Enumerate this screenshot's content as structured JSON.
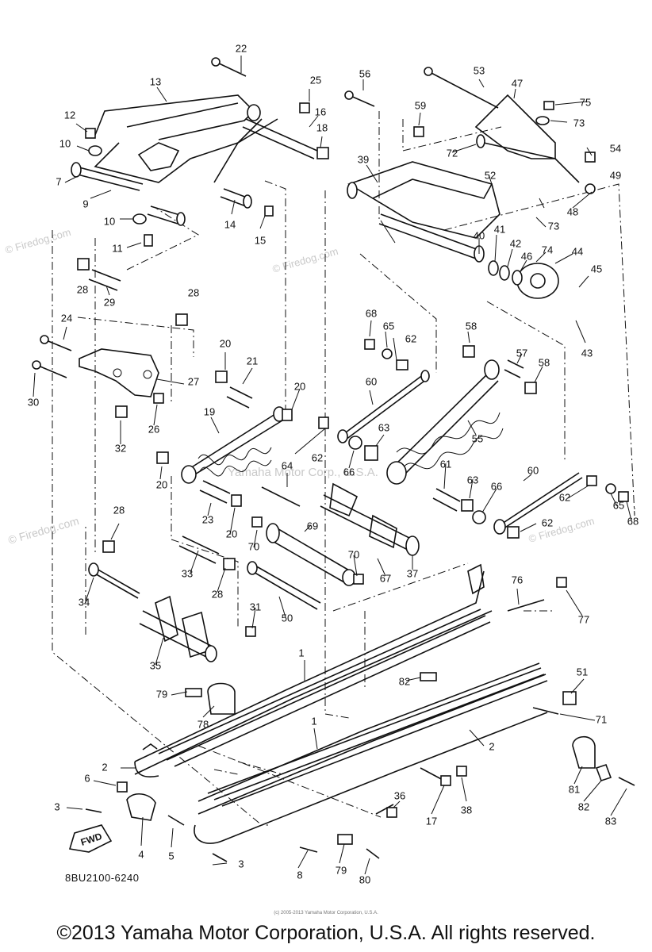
{
  "diagram": {
    "ref_code": "8BU2100-6240",
    "copyright": "©2013 Yamaha Motor Corporation, U.S.A. All rights reserved.",
    "copyright_small": "(c) 2005-2013 Yamaha Motor Corporation, U.S.A.",
    "watermarks": {
      "center": "Yamaha Motor Corp., U.S.A.",
      "firedog": "© Firedog.com"
    },
    "fwd_label": "FWD",
    "part_numbers": [
      "1",
      "2",
      "3",
      "4",
      "5",
      "6",
      "7",
      "8",
      "9",
      "10",
      "11",
      "12",
      "13",
      "14",
      "15",
      "16",
      "17",
      "18",
      "19",
      "20",
      "21",
      "22",
      "23",
      "24",
      "25",
      "26",
      "27",
      "28",
      "29",
      "30",
      "31",
      "32",
      "33",
      "34",
      "35",
      "36",
      "37",
      "38",
      "39",
      "40",
      "41",
      "42",
      "43",
      "44",
      "45",
      "46",
      "47",
      "48",
      "49",
      "50",
      "51",
      "52",
      "53",
      "54",
      "55",
      "56",
      "57",
      "58",
      "59",
      "60",
      "61",
      "62",
      "63",
      "64",
      "65",
      "66",
      "67",
      "68",
      "69",
      "70",
      "71",
      "72",
      "73",
      "74",
      "75",
      "76",
      "77",
      "78",
      "79",
      "80",
      "81",
      "82",
      "83"
    ]
  }
}
